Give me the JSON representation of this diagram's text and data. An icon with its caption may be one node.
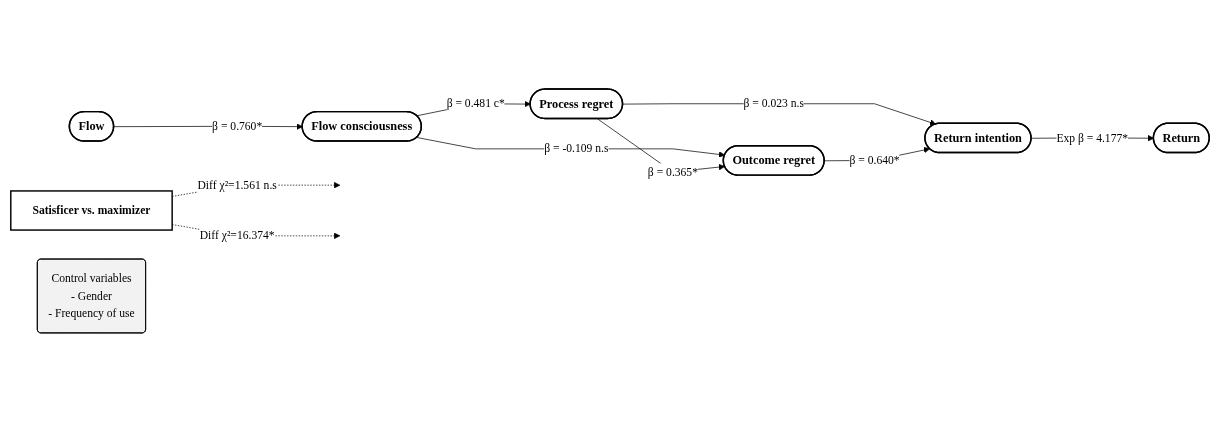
{
  "diagram": {
    "nodes": [
      {
        "text": [
          "Satisficer vs. maximizer"
        ]
      },
      {
        "text": [
          "Flow"
        ]
      },
      {
        "text": [
          "Flow consciousness"
        ]
      },
      {
        "text": [
          "Process regret"
        ]
      },
      {
        "text": [
          "Outcome regret"
        ]
      },
      {
        "text": [
          "Return intention"
        ]
      },
      {
        "text": [
          "Return"
        ]
      },
      {
        "text": [
          "Control variables",
          "- Gender",
          "- Frequency of use"
        ]
      }
    ],
    "edges": [
      {
        "from": 1,
        "to": 2,
        "arrow": "to",
        "label": "β = 0.760*"
      },
      {
        "from": 2,
        "to": 3,
        "arrow": "to",
        "label": "β = 0.481 c*"
      },
      {
        "from": 2,
        "to": 4,
        "arrow": "to",
        "label": "β = -0.109 n.s"
      },
      {
        "from": 3,
        "to": 4,
        "arrow": "to",
        "label": "β = 0.365*"
      },
      {
        "from": 3,
        "to": 5,
        "arrow": "to",
        "label": "β = 0.023 n.s"
      },
      {
        "from": 4,
        "to": 5,
        "arrow": "to",
        "label": "β = 0.640*"
      },
      {
        "from": 5,
        "to": 6,
        "arrow": "to",
        "label": "Exp β = 4.177*"
      },
      {
        "from": 0,
        "to": null,
        "arrow": "to",
        "label": "Diff χ²=1.561 n.s",
        "style": "dashed"
      },
      {
        "from": 0,
        "to": null,
        "arrow": "to",
        "label": "Diff χ²=16.374*",
        "style": "dashed"
      }
    ]
  }
}
